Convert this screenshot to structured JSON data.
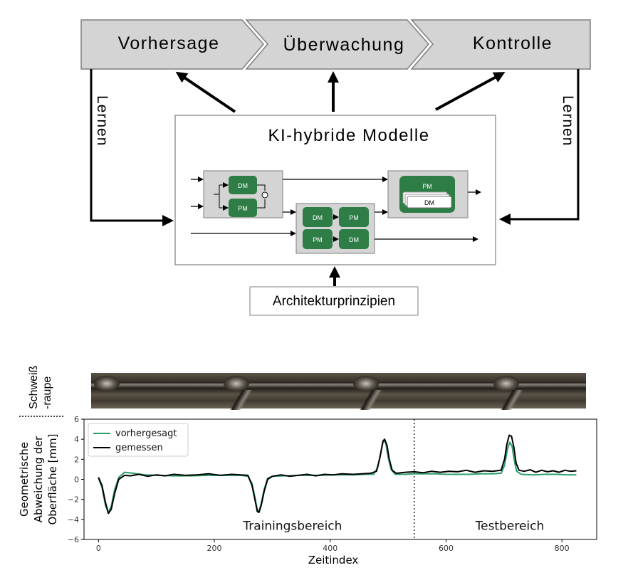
{
  "stages": [
    "Vorhersage",
    "Überwachung",
    "Kontrolle"
  ],
  "learn_label": "Lernen",
  "model_title": "KI-hybride Modelle",
  "module_labels": {
    "dm": "DM",
    "pm": "PM"
  },
  "architecture_label": "Architekturprinzipien",
  "strip_label": [
    "Schweiß",
    "-raupe"
  ],
  "colors": {
    "predicted": "#2a9d6a",
    "measured": "#000000",
    "module_green": "#2e7d46",
    "stage_fill": "#d4d4d4"
  },
  "chart_data": {
    "type": "line",
    "xlabel": "Zeitindex",
    "ylabel": [
      "Geometrische",
      "Abweichung der",
      "Oberfläche [mm]"
    ],
    "xlim": [
      -25,
      860
    ],
    "ylim": [
      -6,
      6
    ],
    "xticks": [
      0,
      200,
      400,
      600,
      800
    ],
    "yticks": [
      -6,
      -4,
      -2,
      0,
      2,
      4,
      6
    ],
    "legend_position": "top-left",
    "divider_x": 545,
    "regions": [
      {
        "label": "Trainingsbereich",
        "x": 335,
        "y": -4.6
      },
      {
        "label": "Testbereich",
        "x": 710,
        "y": -4.6
      }
    ],
    "series": [
      {
        "name": "vorhergesagt",
        "color": "#2a9d6a",
        "points": [
          [
            0,
            0.1
          ],
          [
            6,
            -0.8
          ],
          [
            12,
            -2.6
          ],
          [
            17,
            -3.3
          ],
          [
            22,
            -2.7
          ],
          [
            28,
            -1.0
          ],
          [
            35,
            0.2
          ],
          [
            45,
            0.7
          ],
          [
            60,
            0.6
          ],
          [
            80,
            0.45
          ],
          [
            100,
            0.4
          ],
          [
            130,
            0.35
          ],
          [
            160,
            0.35
          ],
          [
            190,
            0.4
          ],
          [
            220,
            0.4
          ],
          [
            245,
            0.4
          ],
          [
            258,
            0.3
          ],
          [
            265,
            -0.4
          ],
          [
            270,
            -1.8
          ],
          [
            274,
            -3.0
          ],
          [
            277,
            -3.2
          ],
          [
            281,
            -2.4
          ],
          [
            286,
            -1.0
          ],
          [
            292,
            0.1
          ],
          [
            300,
            0.3
          ],
          [
            320,
            0.35
          ],
          [
            350,
            0.4
          ],
          [
            380,
            0.4
          ],
          [
            410,
            0.45
          ],
          [
            440,
            0.45
          ],
          [
            460,
            0.5
          ],
          [
            475,
            0.5
          ],
          [
            482,
            1.2
          ],
          [
            487,
            2.6
          ],
          [
            492,
            3.9
          ],
          [
            496,
            3.6
          ],
          [
            500,
            2.2
          ],
          [
            505,
            1.0
          ],
          [
            512,
            0.5
          ],
          [
            530,
            0.5
          ],
          [
            545,
            0.55
          ],
          [
            560,
            0.55
          ],
          [
            580,
            0.55
          ],
          [
            600,
            0.5
          ],
          [
            620,
            0.5
          ],
          [
            640,
            0.5
          ],
          [
            660,
            0.55
          ],
          [
            680,
            0.55
          ],
          [
            695,
            0.6
          ],
          [
            701,
            1.4
          ],
          [
            706,
            3.0
          ],
          [
            710,
            3.7
          ],
          [
            714,
            3.3
          ],
          [
            718,
            1.8
          ],
          [
            722,
            0.8
          ],
          [
            730,
            0.5
          ],
          [
            750,
            0.45
          ],
          [
            770,
            0.5
          ],
          [
            790,
            0.5
          ],
          [
            810,
            0.45
          ],
          [
            825,
            0.45
          ]
        ]
      },
      {
        "name": "gemessen",
        "color": "#000000",
        "points": [
          [
            0,
            0.2
          ],
          [
            6,
            -0.6
          ],
          [
            12,
            -2.3
          ],
          [
            17,
            -3.4
          ],
          [
            22,
            -3.0
          ],
          [
            28,
            -1.4
          ],
          [
            35,
            0.0
          ],
          [
            45,
            0.4
          ],
          [
            55,
            0.35
          ],
          [
            70,
            0.5
          ],
          [
            85,
            0.3
          ],
          [
            100,
            0.45
          ],
          [
            115,
            0.35
          ],
          [
            130,
            0.5
          ],
          [
            150,
            0.4
          ],
          [
            170,
            0.45
          ],
          [
            190,
            0.55
          ],
          [
            210,
            0.4
          ],
          [
            230,
            0.5
          ],
          [
            245,
            0.45
          ],
          [
            258,
            0.4
          ],
          [
            265,
            -0.6
          ],
          [
            270,
            -2.0
          ],
          [
            274,
            -3.2
          ],
          [
            277,
            -3.3
          ],
          [
            281,
            -2.6
          ],
          [
            286,
            -1.2
          ],
          [
            292,
            0.0
          ],
          [
            300,
            0.3
          ],
          [
            315,
            0.45
          ],
          [
            330,
            0.3
          ],
          [
            345,
            0.4
          ],
          [
            360,
            0.5
          ],
          [
            375,
            0.35
          ],
          [
            390,
            0.5
          ],
          [
            405,
            0.45
          ],
          [
            420,
            0.55
          ],
          [
            440,
            0.5
          ],
          [
            455,
            0.55
          ],
          [
            470,
            0.6
          ],
          [
            480,
            0.8
          ],
          [
            486,
            2.2
          ],
          [
            491,
            3.8
          ],
          [
            494,
            4.0
          ],
          [
            498,
            3.4
          ],
          [
            502,
            2.0
          ],
          [
            507,
            0.9
          ],
          [
            514,
            0.6
          ],
          [
            530,
            0.7
          ],
          [
            545,
            0.75
          ],
          [
            560,
            0.65
          ],
          [
            575,
            0.8
          ],
          [
            590,
            0.7
          ],
          [
            605,
            0.8
          ],
          [
            620,
            0.75
          ],
          [
            635,
            0.9
          ],
          [
            650,
            0.7
          ],
          [
            665,
            0.85
          ],
          [
            680,
            0.8
          ],
          [
            695,
            0.9
          ],
          [
            701,
            2.0
          ],
          [
            705,
            3.5
          ],
          [
            709,
            4.4
          ],
          [
            713,
            4.3
          ],
          [
            717,
            3.2
          ],
          [
            721,
            1.6
          ],
          [
            726,
            0.9
          ],
          [
            735,
            0.8
          ],
          [
            745,
            0.95
          ],
          [
            755,
            0.7
          ],
          [
            765,
            0.9
          ],
          [
            775,
            0.75
          ],
          [
            785,
            0.85
          ],
          [
            795,
            0.7
          ],
          [
            805,
            0.9
          ],
          [
            815,
            0.8
          ],
          [
            825,
            0.85
          ]
        ]
      }
    ]
  }
}
